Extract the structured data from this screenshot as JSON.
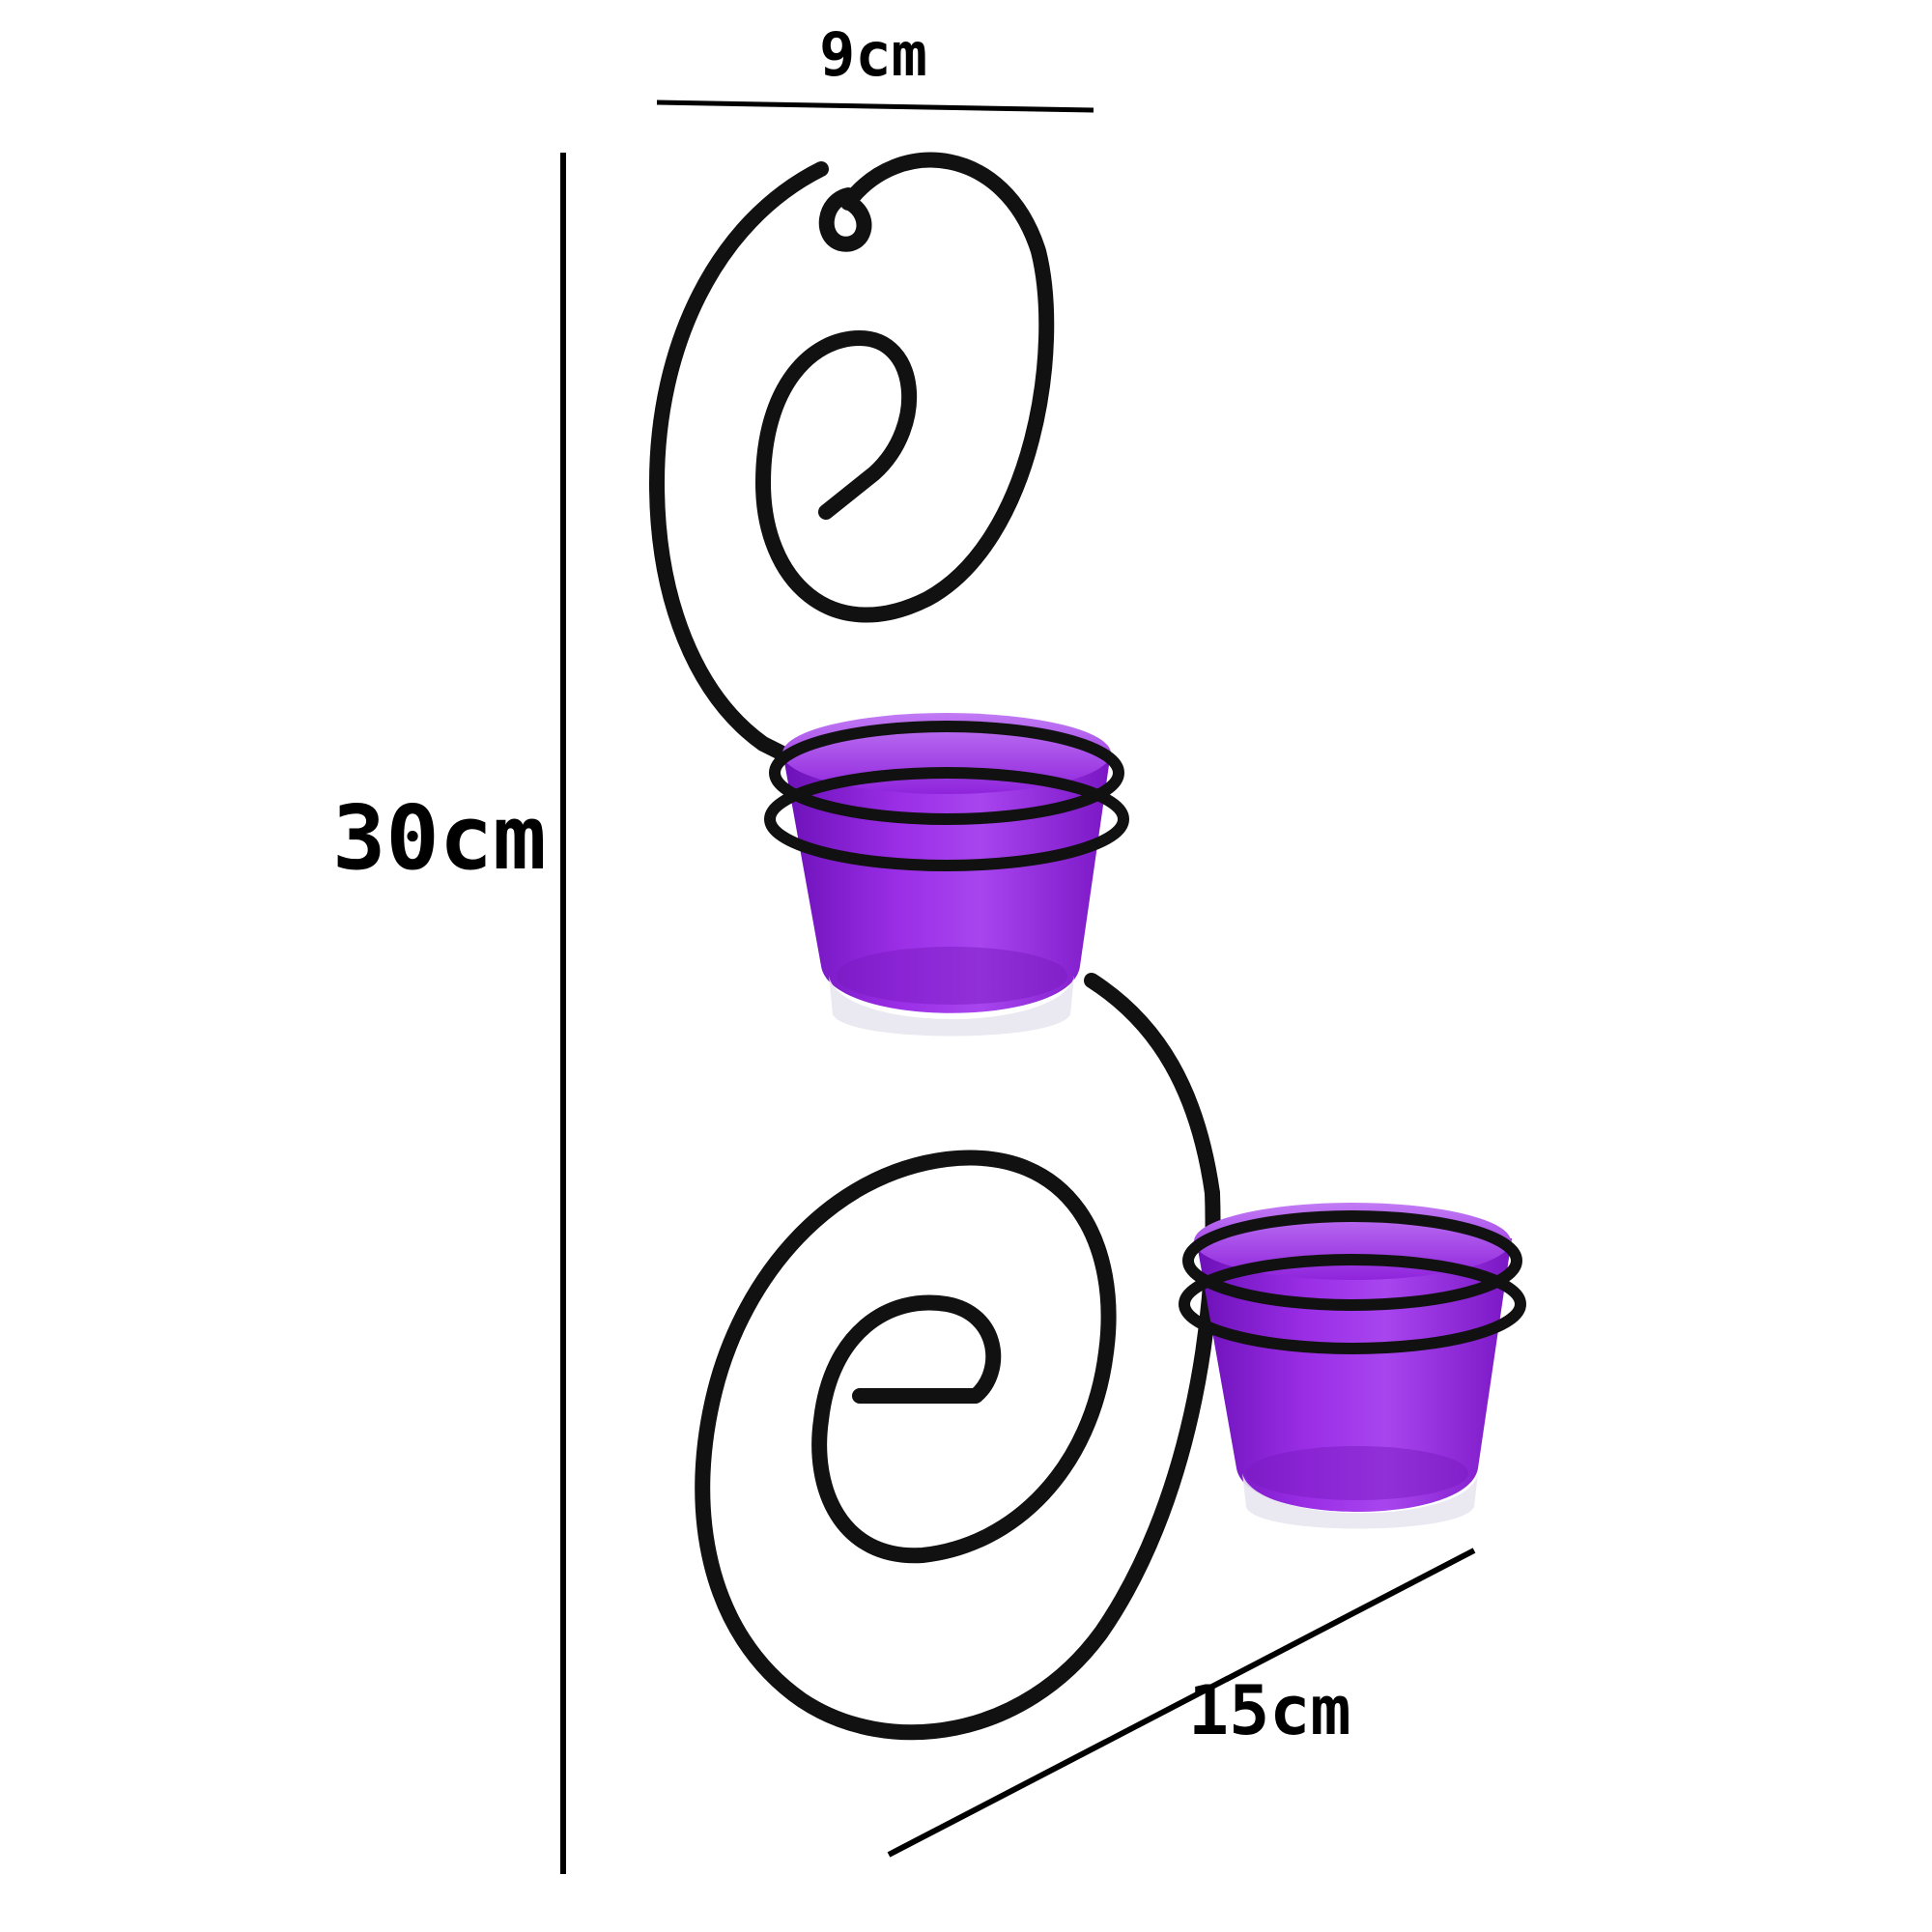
{
  "dimensions": {
    "width_label": "9cm",
    "height_label": "30cm",
    "depth_label": "15cm"
  },
  "colors": {
    "background": "#ffffff",
    "wire": "#111111",
    "glass_purple": "#8a1fd6",
    "glass_light": "#b45cf0",
    "glass_base": "#e8e6ee",
    "dimension_line": "#000000"
  }
}
